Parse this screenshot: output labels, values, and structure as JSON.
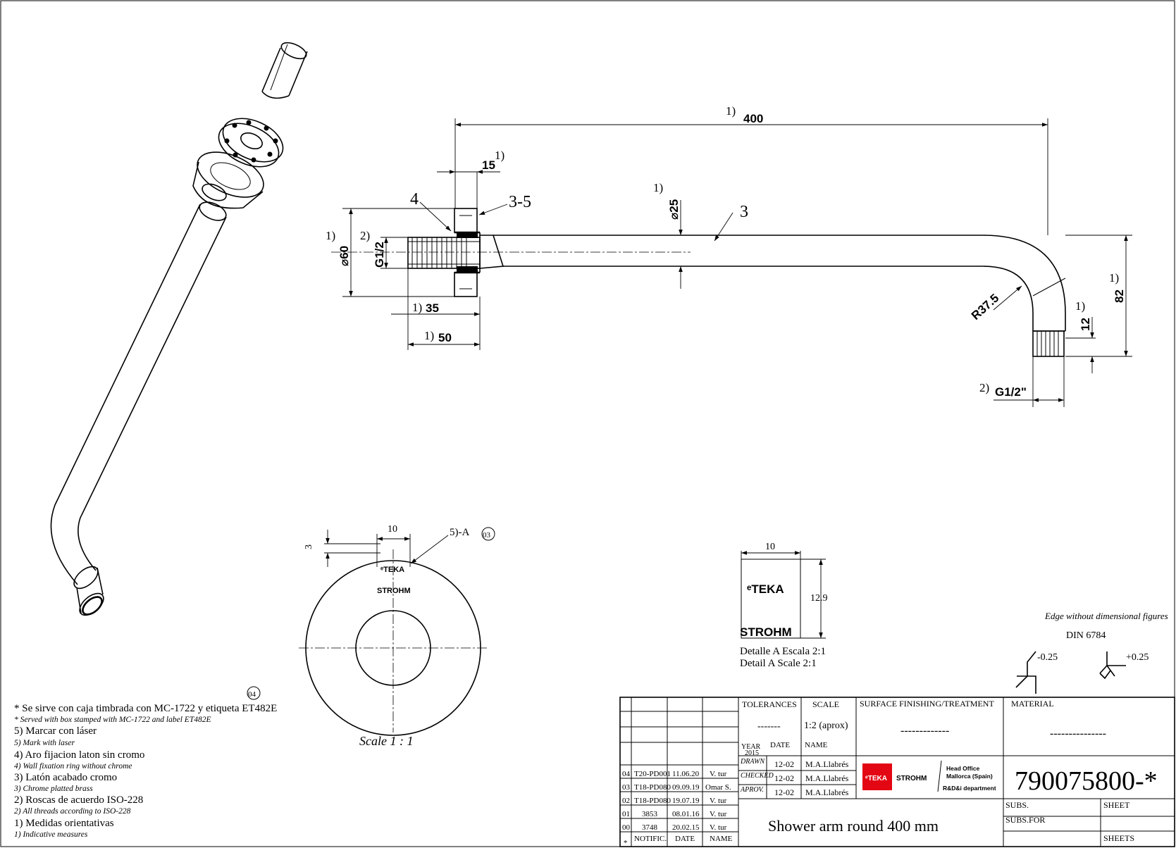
{
  "drawing": {
    "dims": {
      "len_400": "400",
      "len_15": "15",
      "dia_25": "⌀25",
      "dia_60": "⌀60",
      "g_half": "G1/2",
      "len_35": "35",
      "len_50": "50",
      "r_37_5": "R37.5",
      "len_82": "82",
      "len_12": "12",
      "g_half_out": "G1/2\"",
      "note1": "1)",
      "note2": "2)"
    },
    "callouts": {
      "c4": "4",
      "c3_5": "3-5",
      "c3": "3"
    },
    "flange": {
      "dim_10": "10",
      "dim_3": "3",
      "mark": "5)-A",
      "circle_ref": "03",
      "scale": "Scale 1 : 1",
      "logo_teka": "ᵉTEKA",
      "logo_strohm": "STROHM"
    },
    "detail": {
      "dim_10": "10",
      "dim_12_9": "12.9",
      "logo_teka": "ᵉTEKA",
      "logo_strohm": "STROHM",
      "caption_es": "Detalle A Escala 2:1",
      "caption_en": "Detail A Scale 2:1"
    },
    "edge": {
      "title": "Edge without dimensional figures",
      "din": "DIN 6784",
      "minus": "-0.25",
      "plus": "+0.25"
    }
  },
  "notes": {
    "ref": "04",
    "items": [
      {
        "es": "* Se sirve con caja timbrada con MC-1722 y etiqueta ET482E",
        "en": "* Served with box stamped with MC-1722 and label ET482E"
      },
      {
        "es": "5) Marcar con láser",
        "en": "5) Mark with laser"
      },
      {
        "es": "4) Aro fijacion laton sin cromo",
        "en": "4) Wall fixation ring without chrome"
      },
      {
        "es": "3) Latón acabado cromo",
        "en": "3) Chrome platted brass"
      },
      {
        "es": "2) Roscas de acuerdo ISO-228",
        "en": "2) All threads according to ISO-228"
      },
      {
        "es": "1) Medidas orientativas",
        "en": "1) Indicative measures"
      }
    ]
  },
  "title_block": {
    "revisions": [
      {
        "rev": "04",
        "notif": "T20-PD001",
        "date": "11.06.20",
        "name": "V. tur"
      },
      {
        "rev": "03",
        "notif": "T18-PD080",
        "date": "09.09.19",
        "name": "Omar S."
      },
      {
        "rev": "02",
        "notif": "T18-PD080",
        "date": "19.07.19",
        "name": "V. tur"
      },
      {
        "rev": "01",
        "notif": "3853",
        "date": "08.01.16",
        "name": "V. tur"
      },
      {
        "rev": "00",
        "notif": "3748",
        "date": "20.02.15",
        "name": "V. tur"
      }
    ],
    "rev_headers": {
      "star": "*",
      "notif": "NOTIFIC.",
      "date": "DATE",
      "name": "NAME"
    },
    "tolerances_label": "TOLERANCES",
    "tolerances_value": "-------",
    "scale_label": "SCALE",
    "scale_value": "1:2 (aprox)",
    "surface_label": "SURFACE FINISHING/TREATMENT",
    "surface_value": "-------------",
    "material_label": "MATERIAL",
    "material_value": "---------------",
    "year_label": "YEAR",
    "year_value": "2015",
    "date_label": "DATE",
    "name_label": "NAME",
    "approvals": [
      {
        "role": "DRAWN",
        "date": "12-02",
        "name": "M.A.Llabrés"
      },
      {
        "role": "CHECKED",
        "date": "12-02",
        "name": "M.A.Llabrés"
      },
      {
        "role": "APROV.",
        "date": "12-02",
        "name": "M.A.Llabrés"
      }
    ],
    "brand_teka": "ᵉTEKA",
    "brand_strohm": "STROHM",
    "office_1": "Head Office",
    "office_2": "Mallorca (Spain)",
    "office_3": "R&D&i department",
    "part_number": "790075800-*",
    "title": "Shower arm round 400 mm",
    "subs": "SUBS.",
    "subs_for": "SUBS.FOR",
    "sheet": "SHEET",
    "sheets": "SHEETS"
  }
}
